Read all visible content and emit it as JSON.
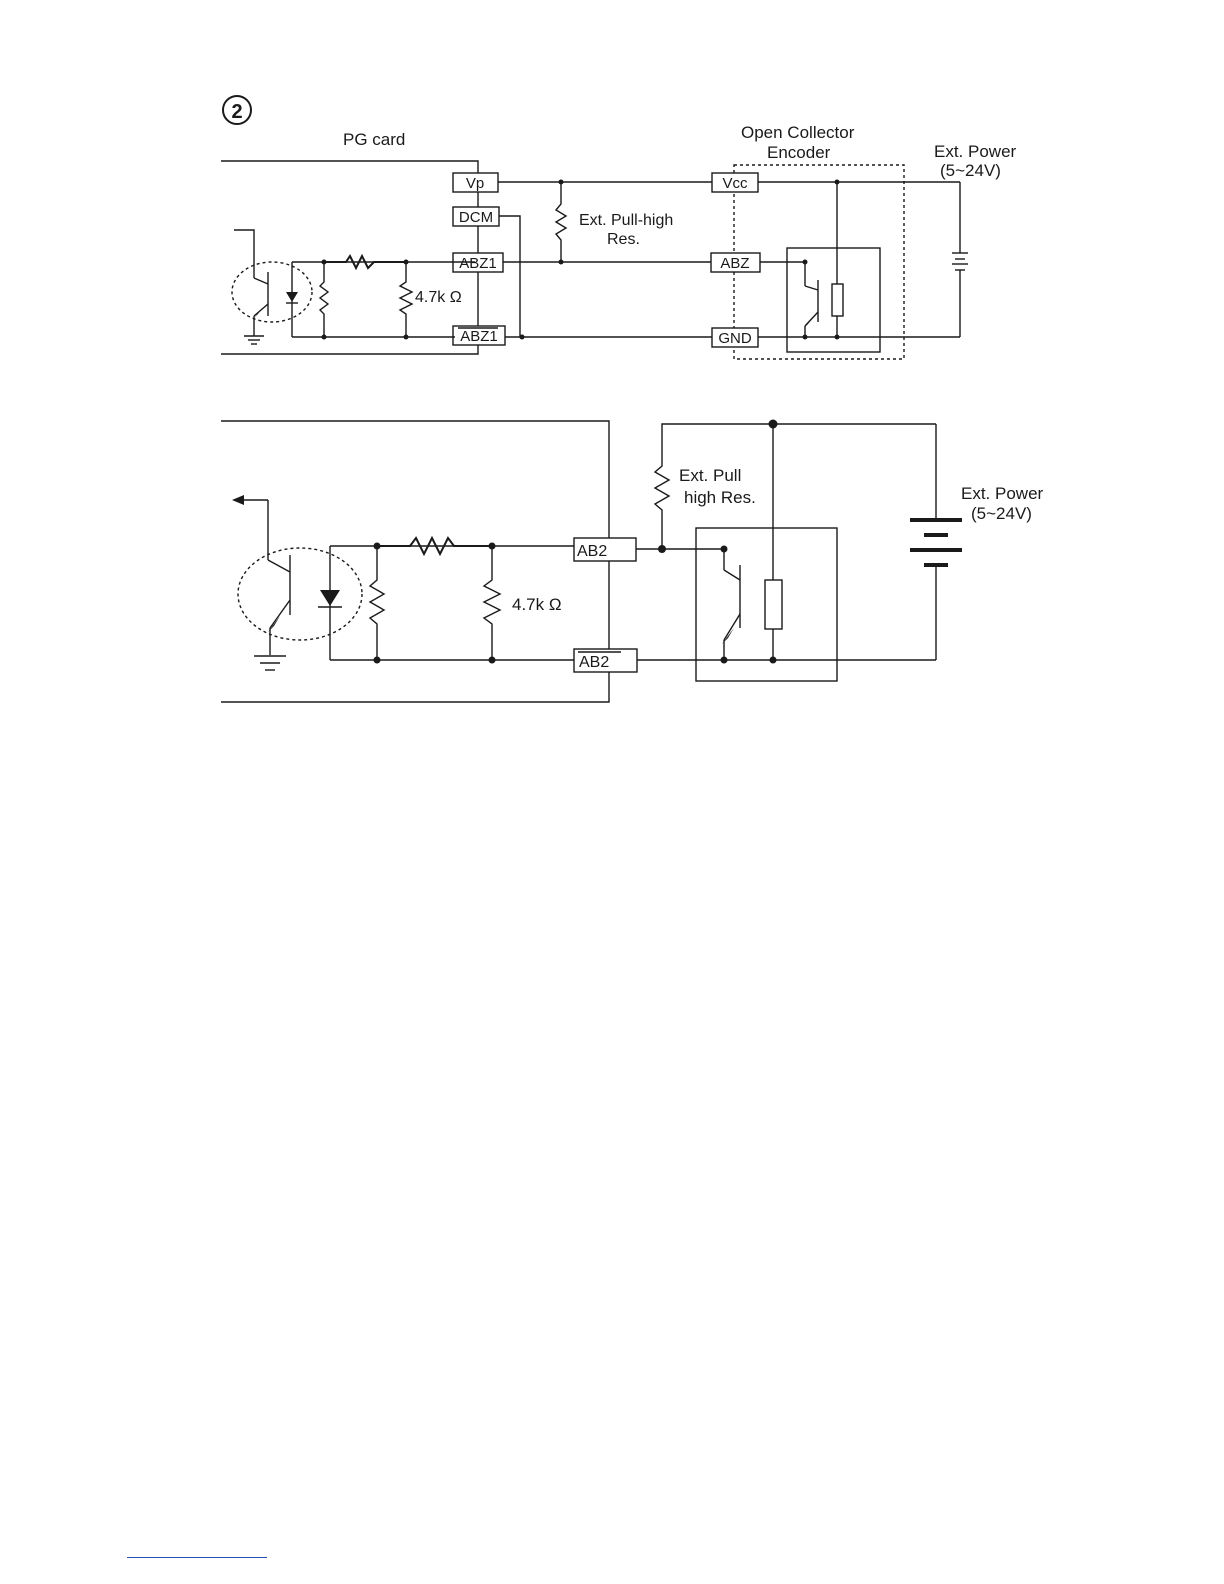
{
  "diagram1": {
    "number": "②",
    "title": "PG card",
    "encoder_title_line1": "Open  Collector",
    "encoder_title_line2": "Encoder",
    "power_line1": "Ext. Power",
    "power_line2": "(5~24V)",
    "pullup_line1": "Ext. Pull-high",
    "pullup_line2": "Res.",
    "resistor_value": "4.7k Ω",
    "terminals": {
      "vp": "Vp",
      "dcm": "DCM",
      "abz1": "ABZ1",
      "abz1_bar": "ABZ1"
    },
    "encoder_terminals": {
      "vcc": "Vcc",
      "abz": "ABZ",
      "gnd": "GND"
    }
  },
  "diagram2": {
    "pullup_line1": "Ext. Pull",
    "pullup_line2": "high Res.",
    "power_line1": "Ext. Power",
    "power_line2": "(5~24V)",
    "resistor_value": "4.7k  Ω",
    "terminals": {
      "ab2": "AB2",
      "ab2_bar": "AB2"
    }
  }
}
